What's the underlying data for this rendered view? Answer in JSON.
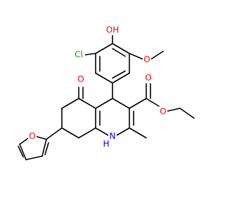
{
  "molecule": {
    "atoms": {
      "hydroxyl": "OH",
      "chlorine": "Cl",
      "methoxy_oxygen": "O",
      "ketone_oxygen": "O",
      "ester_carbonyl_oxygen": "O",
      "ester_ether_oxygen": "O",
      "ring_nitrogen": "N",
      "nitrogen_hydrogen": "H",
      "furan_oxygen": "O"
    },
    "colors": {
      "bond": "#000000",
      "oxygen": "#ff0000",
      "chlorine": "#00aa00",
      "nitrogen": "#0000ff"
    }
  }
}
